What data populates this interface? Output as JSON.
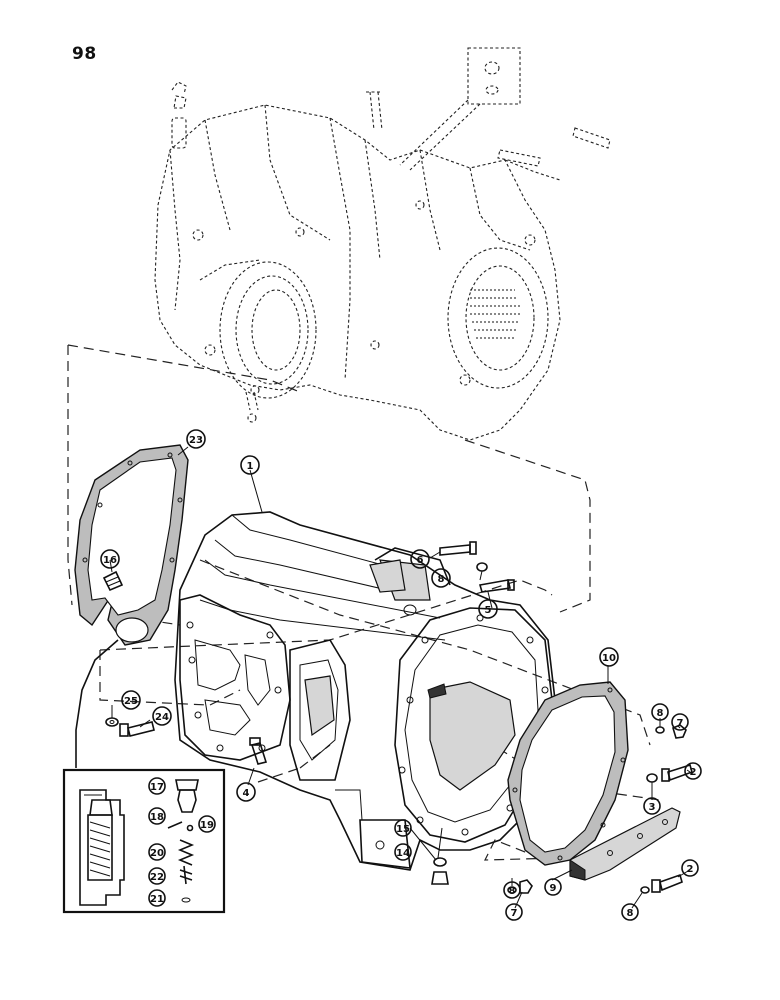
{
  "page": {
    "number": "98"
  },
  "callouts": [
    {
      "id": "c23",
      "label": "23"
    },
    {
      "id": "c1",
      "label": "1"
    },
    {
      "id": "c16",
      "label": "16"
    },
    {
      "id": "c6",
      "label": "6"
    },
    {
      "id": "c8a",
      "label": "8"
    },
    {
      "id": "c5",
      "label": "5"
    },
    {
      "id": "c25",
      "label": "25"
    },
    {
      "id": "c24",
      "label": "24"
    },
    {
      "id": "c10",
      "label": "10"
    },
    {
      "id": "c8b",
      "label": "8"
    },
    {
      "id": "c7a",
      "label": "7"
    },
    {
      "id": "c4",
      "label": "4"
    },
    {
      "id": "c2a",
      "label": "2"
    },
    {
      "id": "c3",
      "label": "3"
    },
    {
      "id": "c17",
      "label": "17"
    },
    {
      "id": "c18",
      "label": "18"
    },
    {
      "id": "c19",
      "label": "19"
    },
    {
      "id": "c15",
      "label": "15"
    },
    {
      "id": "c14",
      "label": "14"
    },
    {
      "id": "c20",
      "label": "20"
    },
    {
      "id": "c22",
      "label": "22"
    },
    {
      "id": "c21",
      "label": "21"
    },
    {
      "id": "c8c",
      "label": "8"
    },
    {
      "id": "c7b",
      "label": "7"
    },
    {
      "id": "c9",
      "label": "9"
    },
    {
      "id": "c8d",
      "label": "8"
    },
    {
      "id": "c2b",
      "label": "2"
    }
  ]
}
